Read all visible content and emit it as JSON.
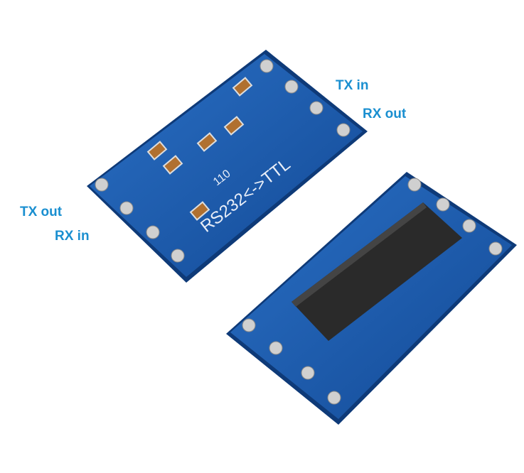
{
  "labels": {
    "tx_in": "TX in",
    "rx_out": "RX out",
    "tx_out": "TX out",
    "rx_in": "RX in"
  },
  "silkscreen": {
    "main": "RS232<->TTL",
    "jumper": "110"
  },
  "colors": {
    "label": "#1a8fd0",
    "pcb": "#1a5cb0",
    "chip": "#2a2a2a",
    "pad": "#c8c8c8"
  }
}
